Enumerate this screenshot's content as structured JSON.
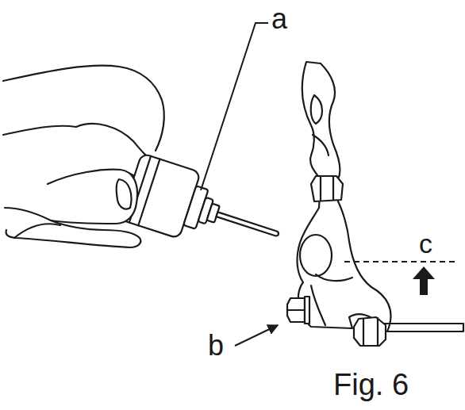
{
  "diagram": {
    "caption": "Fig. 6",
    "labels": [
      "a",
      "b",
      "c"
    ]
  }
}
